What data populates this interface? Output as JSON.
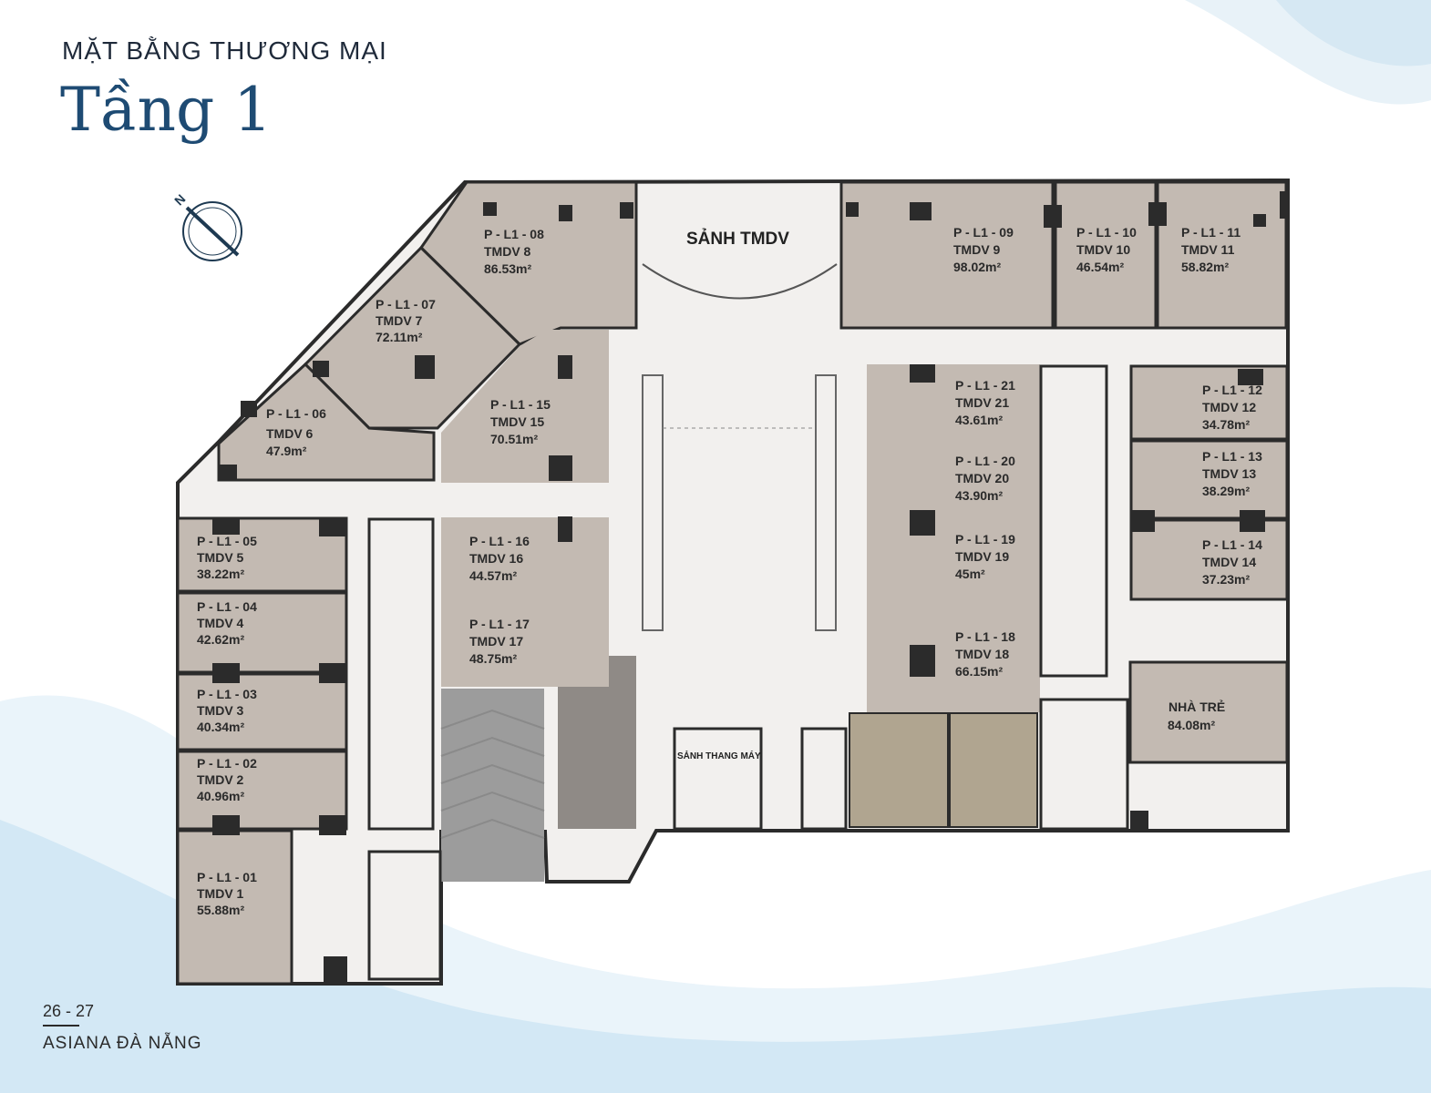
{
  "header": {
    "subtitle": "MẶT BẰNG THƯƠNG MẠI",
    "title": "Tầng 1"
  },
  "labels": {
    "lobby": "SẢNH TMDV",
    "elevator_lobby": "SẢNH THANG MÁY",
    "compass_letter": "N"
  },
  "units": [
    {
      "code": "P - L1 - 01",
      "name": "TMDV 1",
      "area": "55.88m²"
    },
    {
      "code": "P - L1 - 02",
      "name": "TMDV 2",
      "area": "40.96m²"
    },
    {
      "code": "P - L1 - 03",
      "name": "TMDV 3",
      "area": "40.34m²"
    },
    {
      "code": "P - L1 - 04",
      "name": "TMDV 4",
      "area": "42.62m²"
    },
    {
      "code": "P - L1 - 05",
      "name": "TMDV 5",
      "area": "38.22m²"
    },
    {
      "code": "P - L1 - 06",
      "name": "TMDV 6",
      "area": "47.9m²"
    },
    {
      "code": "P - L1 - 07",
      "name": "TMDV 7",
      "area": "72.11m²"
    },
    {
      "code": "P - L1 - 08",
      "name": "TMDV 8",
      "area": "86.53m²"
    },
    {
      "code": "P - L1 - 09",
      "name": "TMDV 9",
      "area": "98.02m²"
    },
    {
      "code": "P - L1 - 10",
      "name": "TMDV 10",
      "area": "46.54m²"
    },
    {
      "code": "P - L1 - 11",
      "name": "TMDV 11",
      "area": "58.82m²"
    },
    {
      "code": "P - L1 - 12",
      "name": "TMDV 12",
      "area": "34.78m²"
    },
    {
      "code": "P - L1 - 13",
      "name": "TMDV 13",
      "area": "38.29m²"
    },
    {
      "code": "P - L1 - 14",
      "name": "TMDV 14",
      "area": "37.23m²"
    },
    {
      "code": "P - L1 - 15",
      "name": "TMDV 15",
      "area": "70.51m²"
    },
    {
      "code": "P - L1 - 16",
      "name": "TMDV 16",
      "area": "44.57m²"
    },
    {
      "code": "P - L1 - 17",
      "name": "TMDV 17",
      "area": "48.75m²"
    },
    {
      "code": "P - L1 - 18",
      "name": "TMDV 18",
      "area": "66.15m²"
    },
    {
      "code": "P - L1 - 19",
      "name": "TMDV 19",
      "area": "45m²"
    },
    {
      "code": "P - L1 - 20",
      "name": "TMDV 20",
      "area": "43.90m²"
    },
    {
      "code": "P - L1 - 21",
      "name": "TMDV 21",
      "area": "43.61m²"
    }
  ],
  "nursery": {
    "name": "NHÀ TRẺ",
    "area": "84.08m²"
  },
  "footer": {
    "pages": "26 - 27",
    "project": "ASIANA ĐÀ NẴNG"
  },
  "colors": {
    "unit_fill": "#c3bab2",
    "corridor": "#f2f0ee",
    "wall": "#2b2b2b",
    "title_blue": "#1e4b73",
    "parking": "#9c9c9c",
    "storage": "#b0a590"
  }
}
